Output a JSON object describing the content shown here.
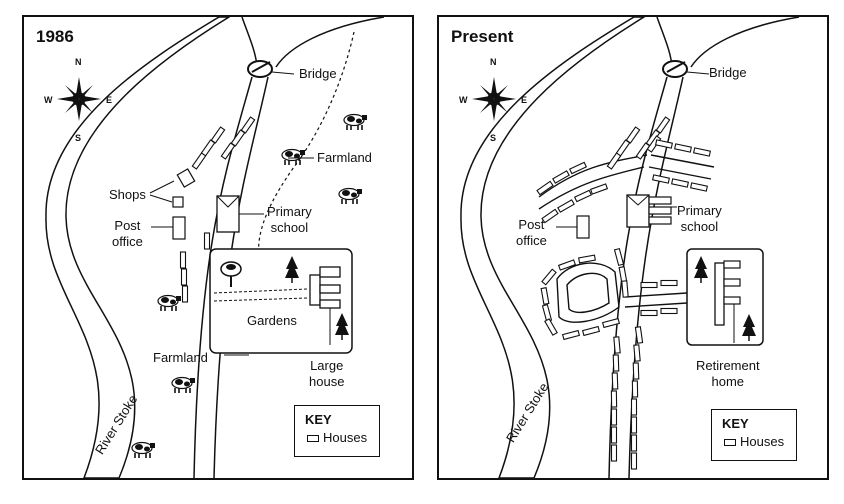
{
  "maps": [
    {
      "title": "1986",
      "compass": {
        "n": "N",
        "s": "S",
        "e": "E",
        "w": "W"
      },
      "labels": {
        "bridge": "Bridge",
        "farmland_top": "Farmland",
        "shops": "Shops",
        "post_office": "Post\noffice",
        "primary_school": "Primary\nschool",
        "gardens": "Gardens",
        "farmland_bottom": "Farmland",
        "large_house": "Large\nhouse",
        "river": "River Stoke"
      },
      "key": {
        "title": "KEY",
        "item": "Houses"
      }
    },
    {
      "title": "Present",
      "compass": {
        "n": "N",
        "s": "S",
        "e": "E",
        "w": "W"
      },
      "labels": {
        "bridge": "Bridge",
        "post_office": "Post\noffice",
        "primary_school": "Primary\nschool",
        "retirement_home": "Retirement\nhome",
        "river": "River Stoke"
      },
      "key": {
        "title": "KEY",
        "item": "Houses"
      }
    }
  ]
}
